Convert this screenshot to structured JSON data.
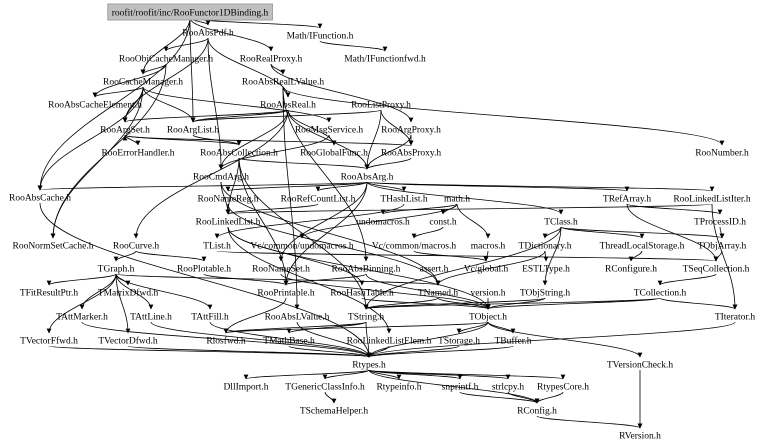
{
  "diagram": {
    "root": "roofit/roofit/inc/RooFunctor1DBinding.h",
    "nodes": {
      "root": "roofit/roofit/inc/RooFunctor1DBinding.h",
      "RooAbsPdf": "RooAbsPdf.h",
      "MathIFunction": "Math/IFunction.h",
      "RooObjCacheManager": "RooObjCacheManager.h",
      "RooRealProxy": "RooRealProxy.h",
      "MathIFunctionfwd": "Math/IFunctionfwd.h",
      "RooCacheManager": "RooCacheManager.h",
      "RooAbsRealLValue": "RooAbsRealLValue.h",
      "RooAbsCacheElement": "RooAbsCacheElement.h",
      "RooAbsReal": "RooAbsReal.h",
      "RooListProxy": "RooListProxy.h",
      "RooArgSet": "RooArgSet.h",
      "RooArgList": "RooArgList.h",
      "RooMsgService": "RooMsgService.h",
      "RooArgProxy": "RooArgProxy.h",
      "RooErrorHandler": "RooErrorHandler.h",
      "RooAbsCollection": "RooAbsCollection.h",
      "RooGlobalFunc": "RooGlobalFunc.h",
      "RooAbsProxy": "RooAbsProxy.h",
      "RooNumber": "RooNumber.h",
      "RooCmdArg": "RooCmdArg.h",
      "RooAbsArg": "RooAbsArg.h",
      "RooAbsCache": "RooAbsCache.h",
      "RooNameReg": "RooNameReg.h",
      "RooRefCountList": "RooRefCountList.h",
      "THashList": "THashList.h",
      "mathh": "math.h",
      "TRefArray": "TRefArray.h",
      "RooLinkedListIter": "RooLinkedListIter.h",
      "RooLinkedList": "RooLinkedList.h",
      "undomacros": "undomacros.h",
      "const": "const.h",
      "TClass": "TClass.h",
      "TProcessID": "TProcessID.h",
      "RooNormSetCache": "RooNormSetCache.h",
      "RooCurve": "RooCurve.h",
      "TList": "TList.h",
      "VcUndomacros": "Vc/common/undomacros.h",
      "VcMacros": "Vc/common/macros.h",
      "macros": "macros.h",
      "TDictionary": "TDictionary.h",
      "ThreadLocalStorage": "ThreadLocalStorage.h",
      "TObjArray": "TObjArray.h",
      "TGraph": "TGraph.h",
      "RooPlotable": "RooPlotable.h",
      "RooNameSet": "RooNameSet.h",
      "RooAbsBinning": "RooAbsBinning.h",
      "assert": "assert.h",
      "VcGlobal": "Vc/global.h",
      "ESTLType": "ESTLType.h",
      "RConfigure": "RConfigure.h",
      "TSeqCollection": "TSeqCollection.h",
      "TFitResultPtr": "TFitResultPtr.h",
      "TMatrixDfwd": "TMatrixDfwd.h",
      "RooPrintable": "RooPrintable.h",
      "RooHashTable": "RooHashTable.h",
      "TNamed": "TNamed.h",
      "version": "version.h",
      "TObjString": "TObjString.h",
      "TCollection": "TCollection.h",
      "TAttMarker": "TAttMarker.h",
      "TAttLine": "TAttLine.h",
      "TAttFill": "TAttFill.h",
      "RooAbsLValue": "RooAbsLValue.h",
      "TString": "TString.h",
      "TObject": "TObject.h",
      "TIterator": "TIterator.h",
      "TVectorFfwd": "TVectorFfwd.h",
      "TVectorDfwd": "TVectorDfwd.h",
      "Riosfwd": "Riosfwd.h",
      "TMathBase": "TMathBase.h",
      "RooLinkedListElem": "RooLinkedListElem.h",
      "TStorage": "TStorage.h",
      "TBuffer": "TBuffer.h",
      "Rtypes": "Rtypes.h",
      "TVersionCheck": "TVersionCheck.h",
      "DllImport": "DllImport.h",
      "TGenericClassInfo": "TGenericClassInfo.h",
      "Rtypeinfo": "Rtypeinfo.h",
      "snprintf": "snprintf.h",
      "strlcpy": "strlcpy.h",
      "RtypesCore": "RtypesCore.h",
      "TSchemaHelper": "TSchemaHelper.h",
      "RConfig": "RConfig.h",
      "RVersion": "RVersion.h"
    }
  }
}
